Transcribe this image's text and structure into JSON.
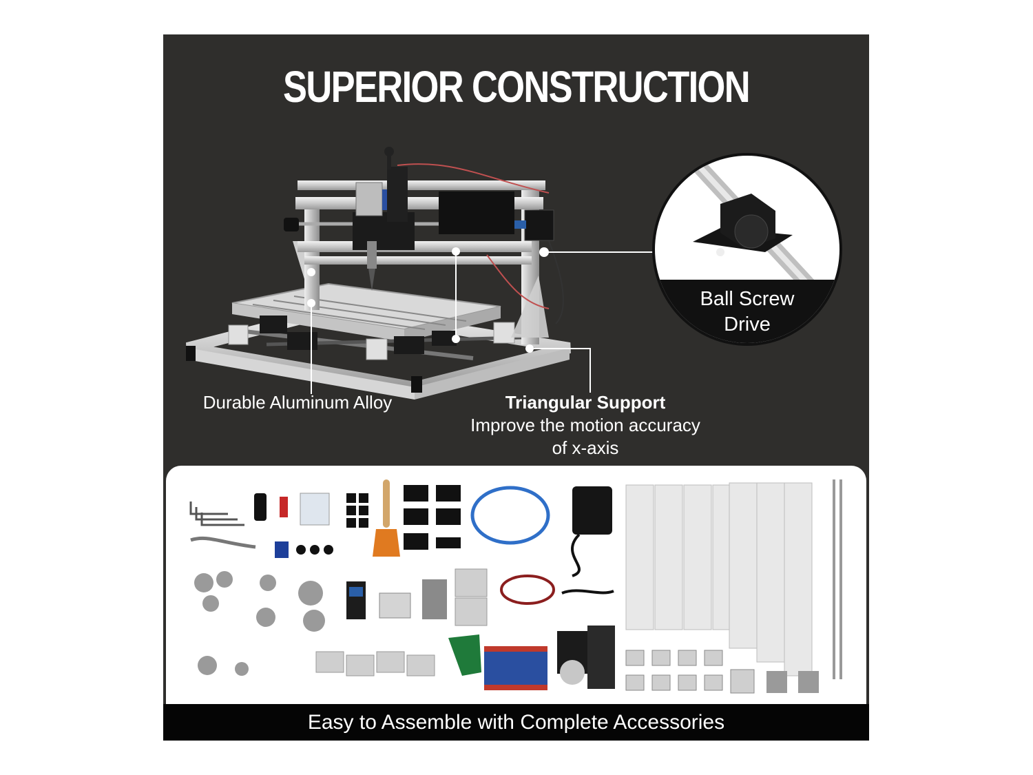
{
  "title": "SUPERIOR CONSTRUCTION",
  "callout": {
    "line1": "Ball Screw",
    "line2": "Drive"
  },
  "labels": {
    "alloy": "Durable Aluminum Alloy",
    "triangular_title": "Triangular Support",
    "triangular_line1": "Improve the motion accuracy",
    "triangular_line2": "of x-axis"
  },
  "footer": "Easy to Assemble with Complete Accessories",
  "colors": {
    "panel": "#2f2e2c",
    "footer": "#050505",
    "text": "#ffffff"
  }
}
